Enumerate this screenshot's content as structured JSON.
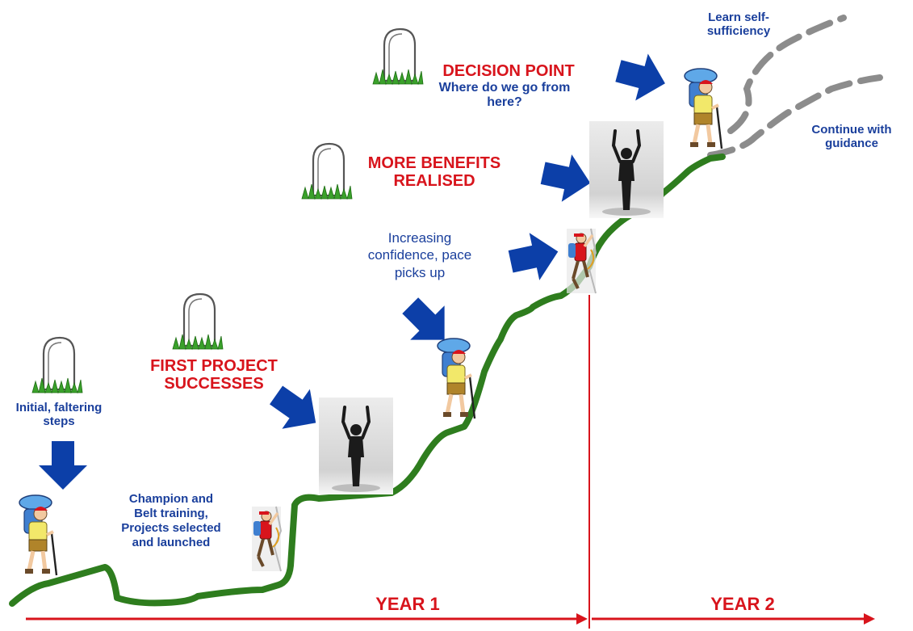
{
  "labels": {
    "initial_steps": "Initial, faltering steps",
    "training": "Champion and Belt training, Projects selected and launched",
    "first_successes": "FIRST PROJECT SUCCESSES",
    "increasing_confidence": "Increasing confidence, pace picks up",
    "more_benefits": "MORE BENEFITS REALISED",
    "decision_point": "DECISION POINT",
    "decision_question": "Where do we go from here?",
    "learn_self": "Learn self-sufficiency",
    "continue_guidance": "Continue with guidance"
  },
  "timeline": {
    "year1": "YEAR 1",
    "year2": "YEAR 2"
  },
  "colors": {
    "path": "#2e7d1e",
    "future_path": "#8c8c8c",
    "arrow": "#0c3fa8",
    "emphasis": "#d8141c",
    "note": "#1a3f9c"
  },
  "icons": [
    "milestone-gravestone-icon",
    "hiker-icon",
    "climber-icon",
    "celebrating-person-icon",
    "blue-arrow-icon"
  ]
}
